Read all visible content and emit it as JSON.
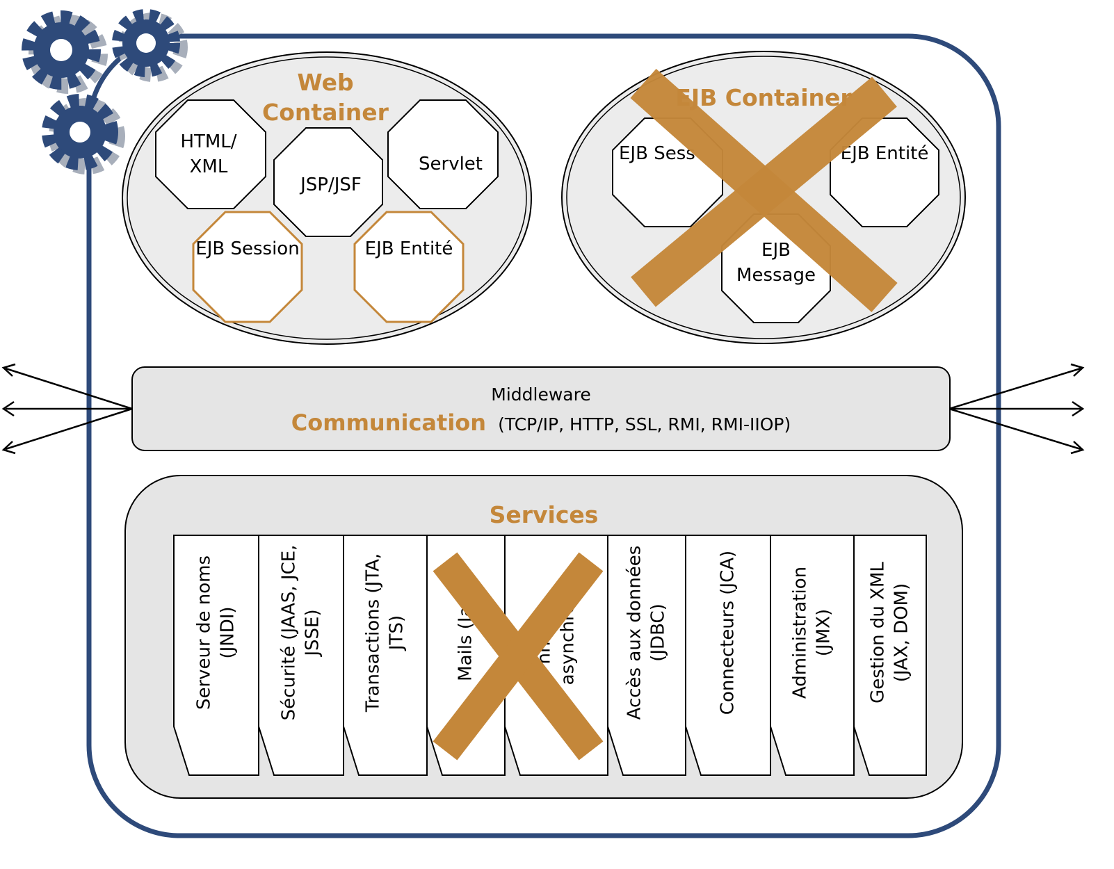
{
  "colors": {
    "frame": "#2e4a7a",
    "accent": "#c4873a",
    "container_fill": "#ececec",
    "gear": "#2e4a7a",
    "gear_shadow": "#a8afbb"
  },
  "icons": {
    "corner": "gears-icon",
    "cross": "x-cross-icon"
  },
  "web_container": {
    "title_line1": "Web",
    "title_line2": "Container",
    "components": {
      "html_xml_line1": "HTML/",
      "html_xml_line2": "XML",
      "jsp_jsf": "JSP/JSF",
      "servlet": "Servlet",
      "ejb_session": "EJB Session",
      "ejb_entite": "EJB Entité"
    }
  },
  "ejb_container": {
    "title": "EJB Container",
    "crossed_out": true,
    "components": {
      "ejb_session": "EJB Sess",
      "ejb_entite": "EJB Entité",
      "ejb_message_line1": "EJB",
      "ejb_message_line2": "Message"
    }
  },
  "middleware": {
    "caption": "Middleware",
    "title": "Communication",
    "protocols": "(TCP/IP, HTTP, SSL, RMI, RMI-IIOP)"
  },
  "services": {
    "title": "Services",
    "items": [
      {
        "line1": "Serveur de noms",
        "line2": "(JNDI)"
      },
      {
        "line1": "Sécurité (JAAS, JCE,",
        "line2": "JSSE)"
      },
      {
        "line1": "Transactions (JTA,",
        "line2": "JTS)"
      },
      {
        "line1": "Mails (Java",
        "line2": ""
      },
      {
        "line1": "nn  tion",
        "line2": "asynchrone"
      },
      {
        "line1": "Accès aux données",
        "line2": "(JDBC)"
      },
      {
        "line1": "Connecteurs (JCA)",
        "line2": ""
      },
      {
        "line1": "Administration",
        "line2": "(JMX)"
      },
      {
        "line1": "Gestion du XML",
        "line2": "(JAX, DOM)"
      }
    ],
    "crossed_out": [
      "Mails",
      "Communication asynchrone"
    ]
  }
}
